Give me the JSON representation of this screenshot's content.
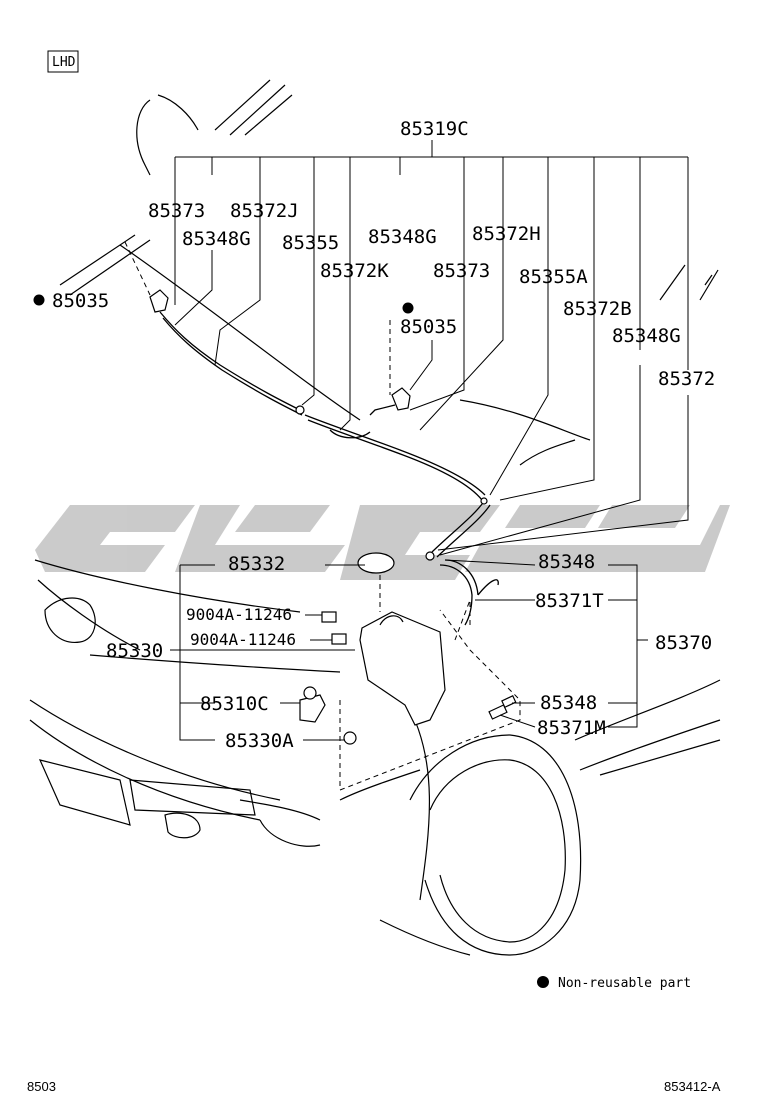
{
  "lhd_tag": "LHD",
  "labels": {
    "p85319C": "85319C",
    "p85373a": "85373",
    "p85372J": "85372J",
    "p85348Ga": "85348G",
    "p85355": "85355",
    "p85348Gb": "85348G",
    "p85372H": "85372H",
    "p85035a": "85035",
    "p85372K": "85372K",
    "p85373b": "85373",
    "p85355A": "85355A",
    "p85035b": "85035",
    "p85372B": "85372B",
    "p85348Gc": "85348G",
    "p85372": "85372",
    "p85332": "85332",
    "p85348a": "85348",
    "p9004a": "9004A-11246",
    "p85371T": "85371T",
    "p9004b": "9004A-11246",
    "p85330": "85330",
    "p85370": "85370",
    "p85310C": "85310C",
    "p85348b": "85348",
    "p85330A": "85330A",
    "p85371M": "85371M"
  },
  "legend": {
    "bullet_text": "Non-reusable part"
  },
  "footer": {
    "left_code": "8503",
    "right_code": "853412-A"
  },
  "colors": {
    "line": "#000000",
    "watermark": "#c8c8c8"
  }
}
